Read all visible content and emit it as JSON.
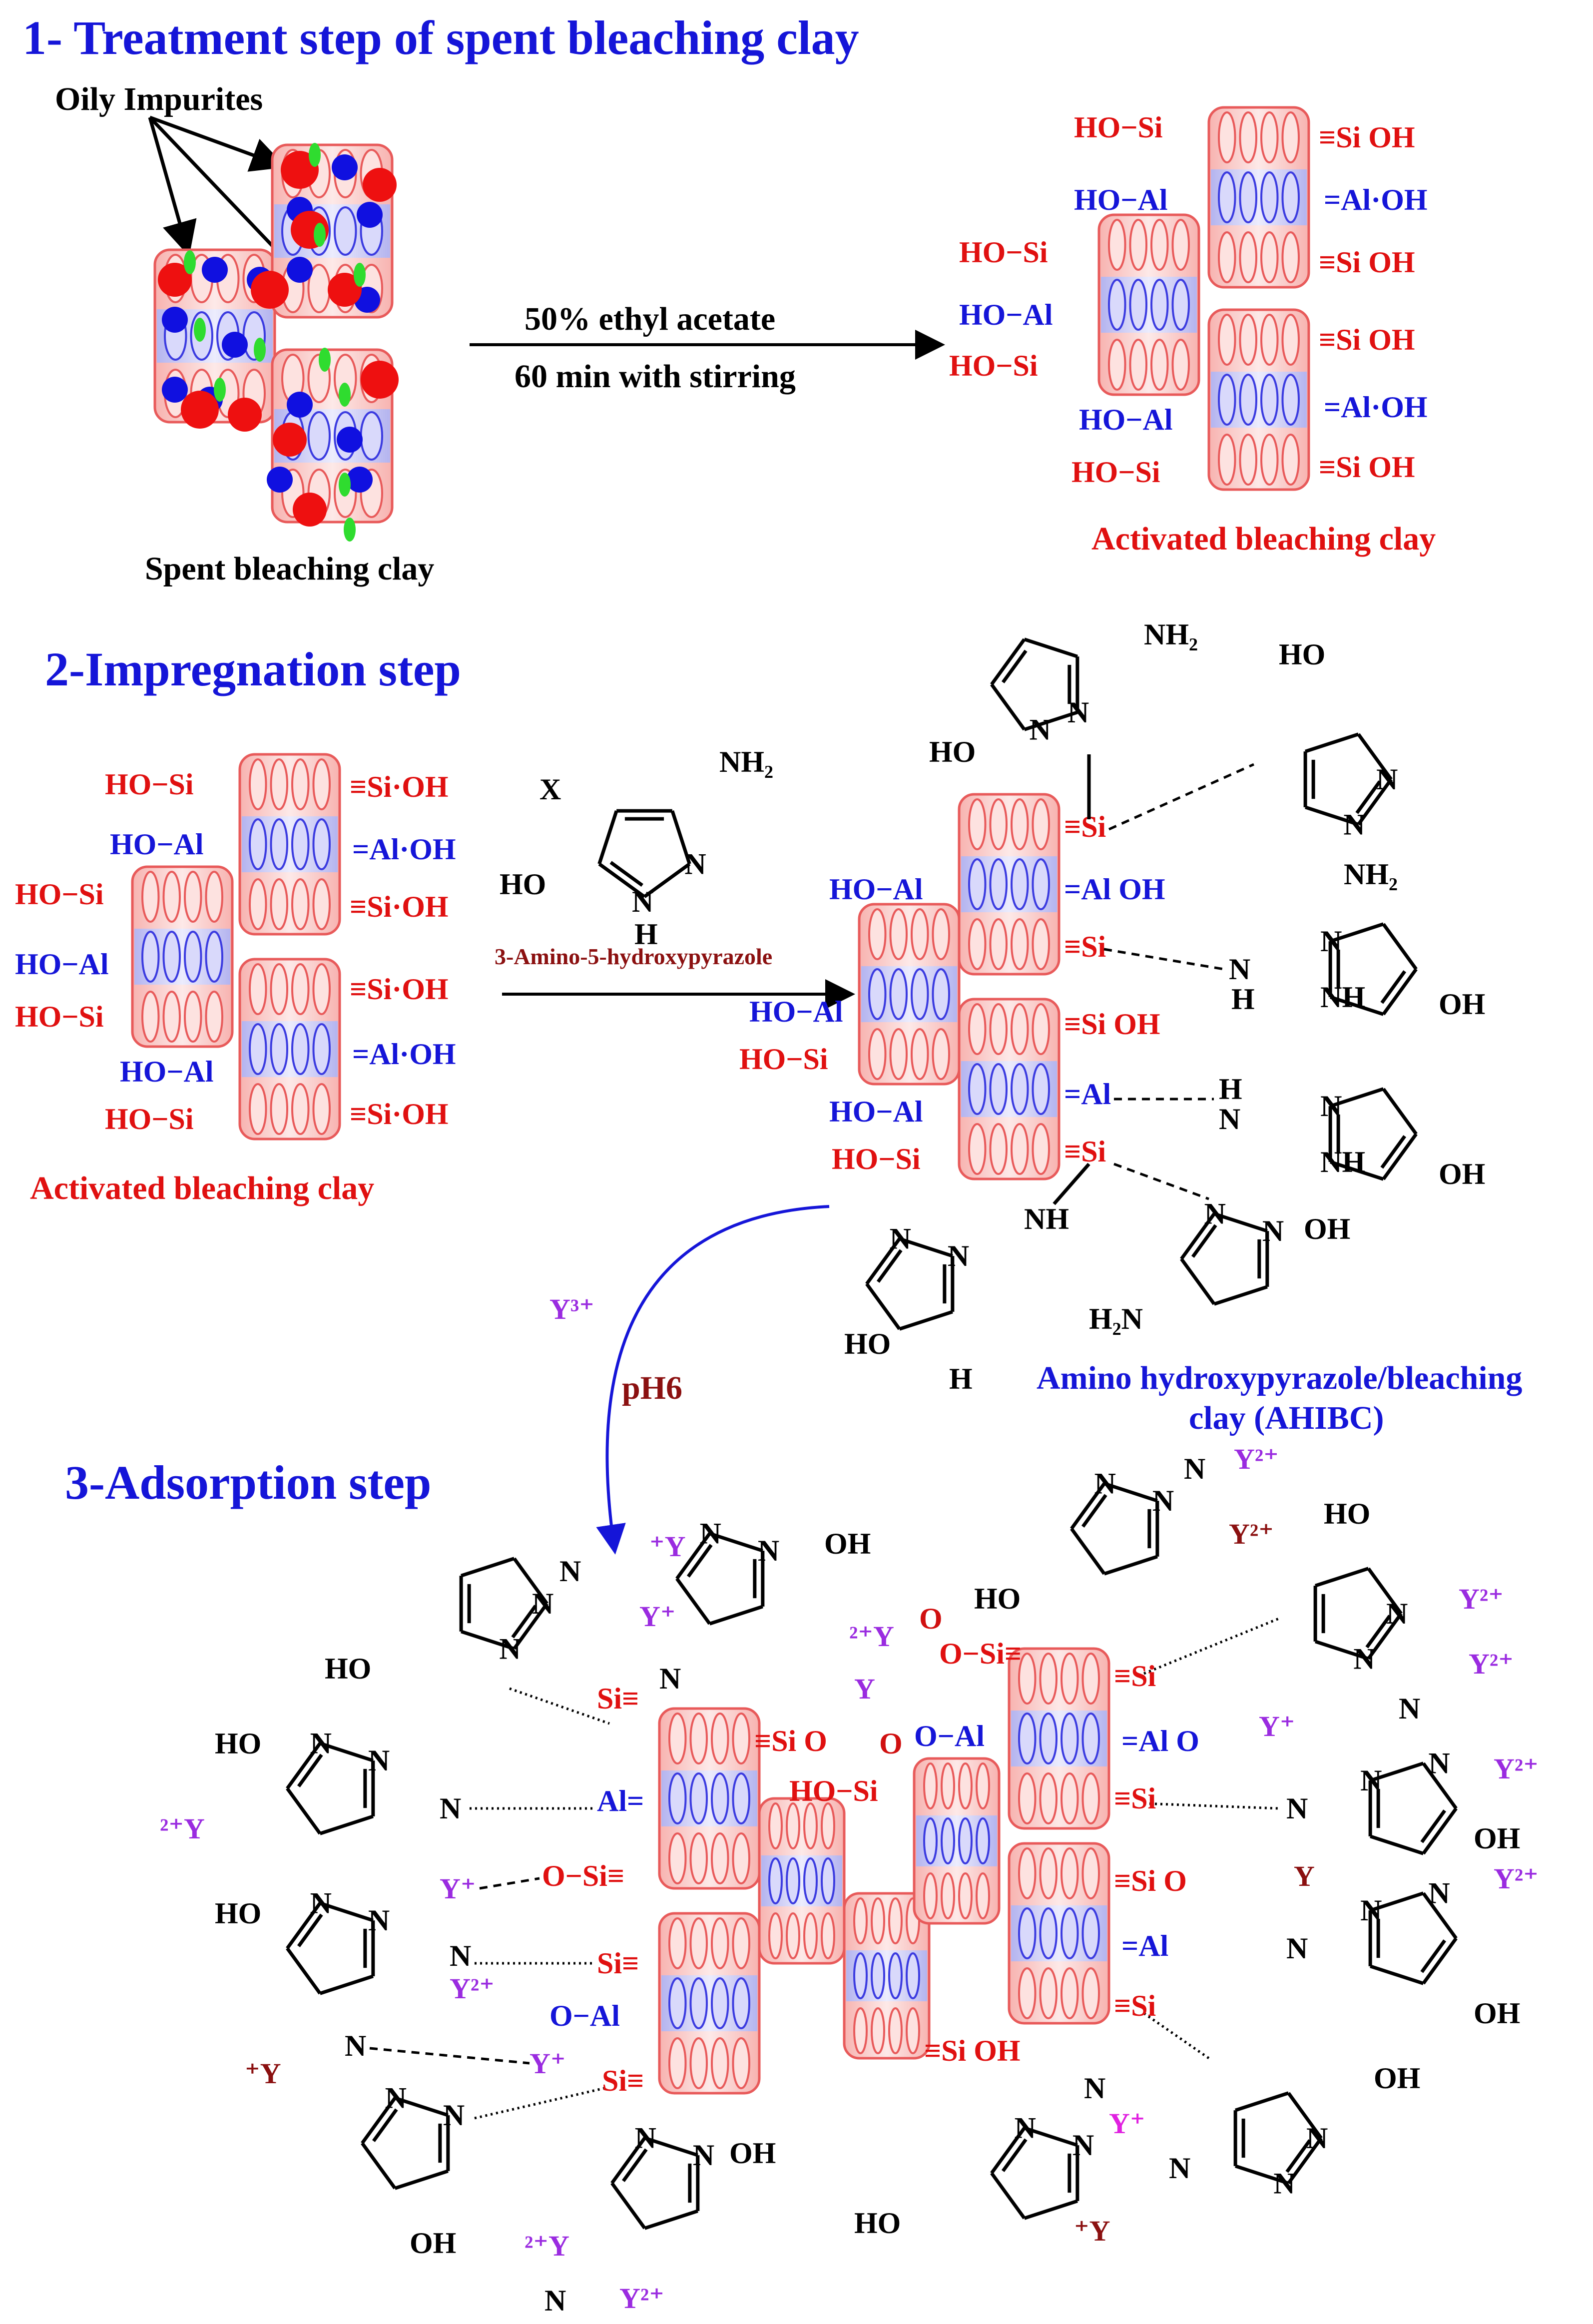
{
  "colors": {
    "title": "#1515d8",
    "red": "#e01010",
    "blue": "#1515d8",
    "purple": "#9a2be0",
    "dark_red": "#8b1010"
  },
  "step1": {
    "title": "1- Treatment step of spent bleaching clay",
    "impurities_label": "Oily Impurites",
    "spent_label": "Spent bleaching clay",
    "condition_1": "50% ethyl acetate",
    "condition_2": "60 min with stirring",
    "activated_label": "Activated bleaching clay",
    "groups": {
      "ho_si": "HO−Si",
      "ho_al": "HO−Al",
      "si_oh": "≡Si OH",
      "al_oh": "=Al·OH"
    }
  },
  "step2": {
    "title": "2-Impregnation step",
    "x_label": "X",
    "reagent_name": "3-Amino-5-hydroxypyrazole",
    "activated_label": "Activated bleaching clay",
    "product_label_1": "Amino hydroxypyrazole/bleaching",
    "product_label_2": "clay (AHIBC)",
    "groups": {
      "ho_si": "HO−Si",
      "ho_al": "HO−Al",
      "si_oh": "≡Si·OH",
      "al_oh": "=Al·OH",
      "si": "≡Si",
      "al": "=Al",
      "al_oh2": "=Al OH",
      "si_oh2": "≡Si OH"
    }
  },
  "conditions": {
    "ion": "Y³⁺",
    "ph": "pH6"
  },
  "step3": {
    "title": "3-Adsorption step",
    "ions": {
      "y": "Y",
      "y_plus": "Y⁺",
      "y2_plus": "Y²⁺",
      "plus_y": "⁺Y",
      "two_plus_y": "²⁺Y"
    },
    "groups": {
      "si_o": "≡Si O",
      "o_al": "O−Al",
      "al_o": "=Al O",
      "ho_si": "HO−Si",
      "o_si": "O−Si≡",
      "si": "≡Si",
      "si2": "Si≡",
      "al": "Al=",
      "al2": "=Al",
      "si_oh": "≡Si OH"
    }
  },
  "atoms": {
    "n": "N",
    "h": "H",
    "nh": "NH",
    "ho": "HO",
    "oh": "OH",
    "nh2": "NH₂",
    "h2n": "H₂N",
    "o": "O"
  }
}
